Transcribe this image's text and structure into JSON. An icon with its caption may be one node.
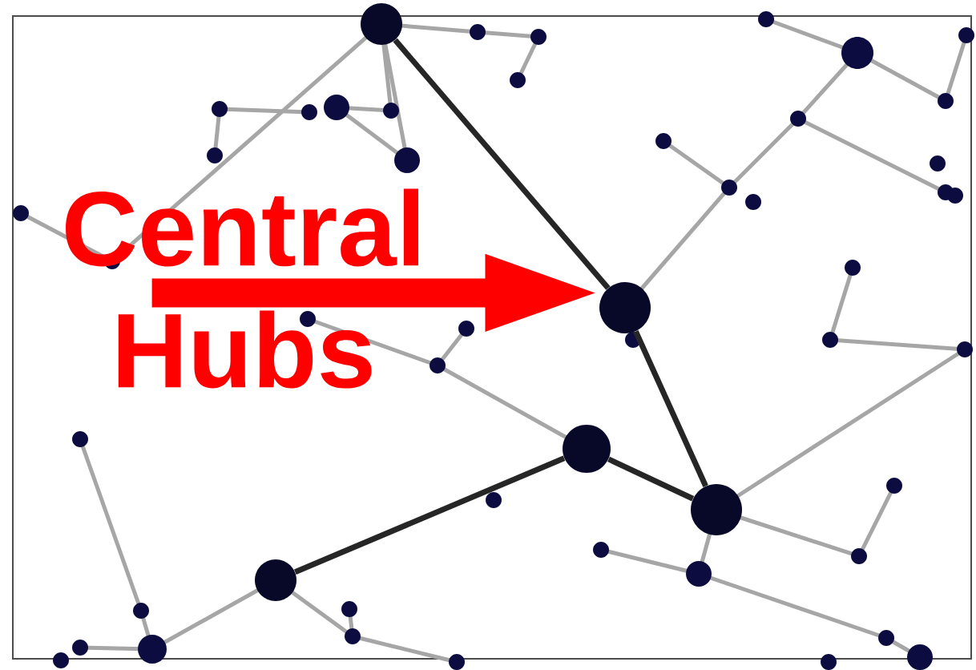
{
  "diagram": {
    "nodes": [
      {
        "text": [
          "Central Hubs"
        ]
      },
      {
        "text": [],
        "shape": "circle"
      },
      {
        "text": [],
        "shape": "circle"
      },
      {
        "text": [],
        "shape": "circle"
      },
      {
        "text": [],
        "shape": "circle"
      },
      {
        "text": [],
        "shape": "circle"
      }
    ],
    "edges": [
      {
        "from": 0,
        "to": 2,
        "arrow": "to",
        "style": "thick",
        "color": "#ff0000"
      },
      {
        "from": 1,
        "to": 2,
        "arrow": "none"
      },
      {
        "from": 2,
        "to": 4,
        "arrow": "none"
      },
      {
        "from": 3,
        "to": 4,
        "arrow": "none"
      },
      {
        "from": 5,
        "to": 3,
        "arrow": "none"
      }
    ]
  }
}
